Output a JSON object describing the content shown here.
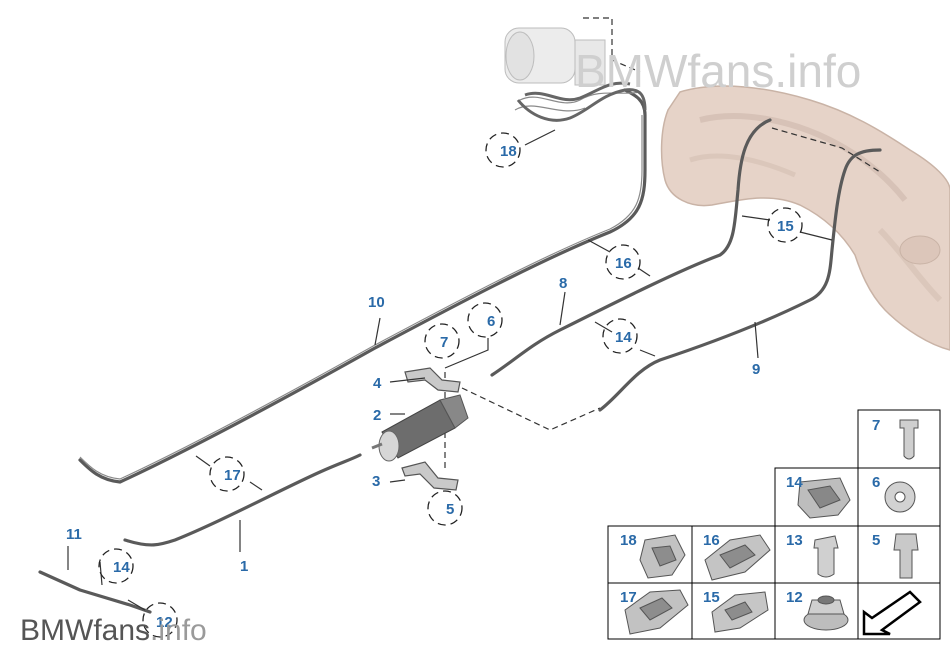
{
  "watermark": {
    "top": "BMWfans.info",
    "bottom_main": "BMWfans",
    "bottom_suffix": ".info"
  },
  "callouts": {
    "n1": "1",
    "n2": "2",
    "n3": "3",
    "n4": "4",
    "n5": "5",
    "n6": "6",
    "n7": "7",
    "n8": "8",
    "n9": "9",
    "n10": "10",
    "n11": "11",
    "n12": "12",
    "n14a": "14",
    "n14b": "14",
    "n15": "15",
    "n16": "16",
    "n17": "17",
    "n18": "18"
  },
  "parts_table": {
    "cells": [
      {
        "id": "p7",
        "label": "7"
      },
      {
        "id": "p14",
        "label": "14"
      },
      {
        "id": "p6",
        "label": "6"
      },
      {
        "id": "p18",
        "label": "18"
      },
      {
        "id": "p16",
        "label": "16"
      },
      {
        "id": "p13",
        "label": "13"
      },
      {
        "id": "p5",
        "label": "5"
      },
      {
        "id": "p17",
        "label": "17"
      },
      {
        "id": "p15",
        "label": "15"
      },
      {
        "id": "p12",
        "label": "12"
      }
    ]
  },
  "colors": {
    "callout_text": "#2a6aa8",
    "line": "#555555",
    "tank": "#e4cfc4",
    "part_fill": "#cfcfcf"
  }
}
